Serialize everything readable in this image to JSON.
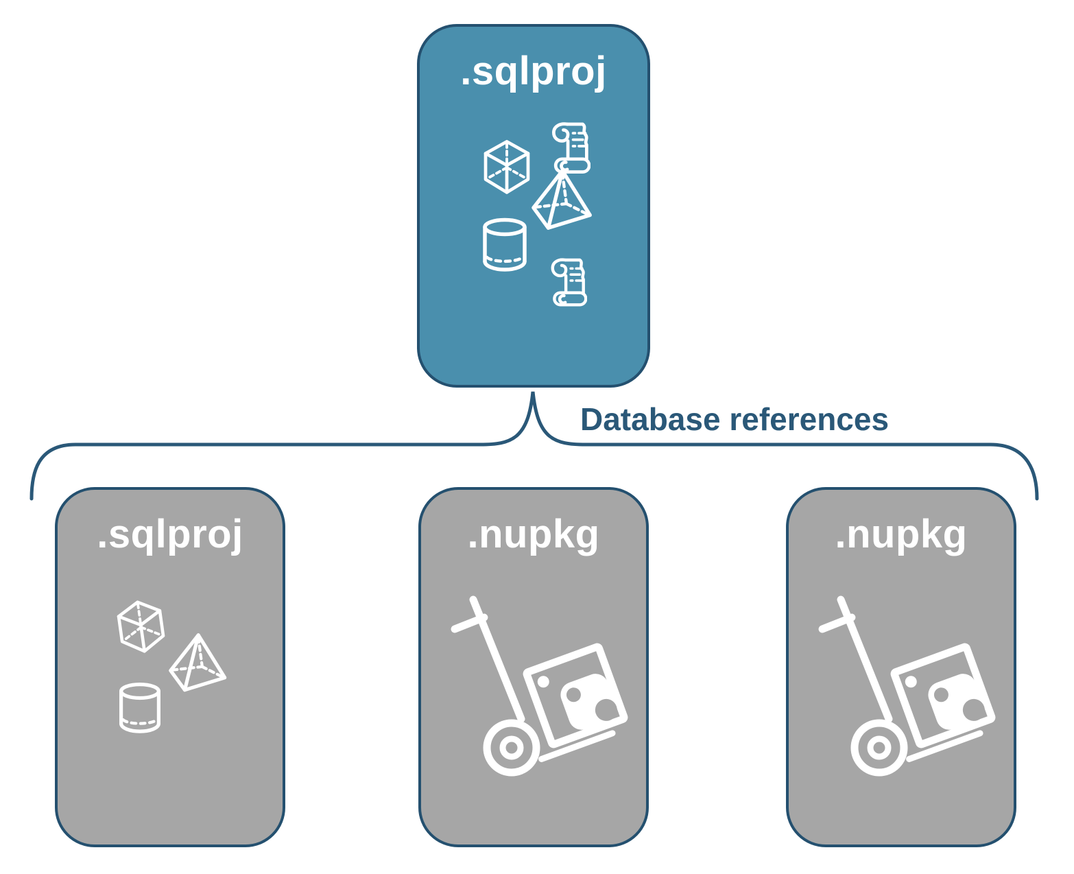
{
  "colors": {
    "root_fill": "#4A8FAD",
    "child_fill": "#A6A6A6",
    "outline": "#24506F",
    "connector": "#2A5878",
    "icon": "#FFFFFF"
  },
  "root_node": {
    "label": ".sqlproj",
    "icons": [
      "script-scroll-icon",
      "cube-icon",
      "pyramid-icon",
      "database-cylinder-icon",
      "script-scroll-icon"
    ]
  },
  "connector": {
    "label": "Database references"
  },
  "child_nodes": [
    {
      "label": ".sqlproj",
      "icons": [
        "cube-icon",
        "pyramid-icon",
        "database-cylinder-icon"
      ]
    },
    {
      "label": ".nupkg",
      "icons": [
        "package-dolly-icon"
      ]
    },
    {
      "label": ".nupkg",
      "icons": [
        "package-dolly-icon"
      ]
    }
  ]
}
